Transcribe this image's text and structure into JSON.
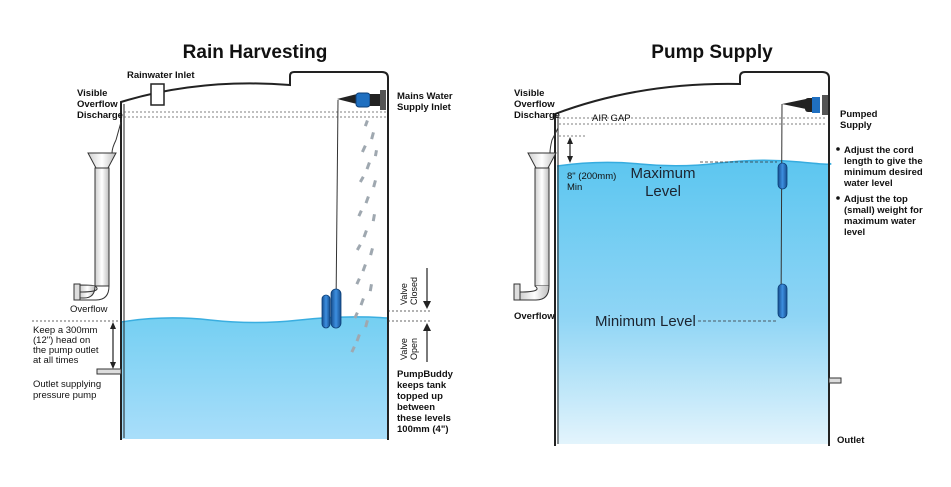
{
  "left_diagram": {
    "title": "Rain Harvesting",
    "rainwater_inlet": "Rainwater Inlet",
    "visible_overflow_discharge": [
      "Visible",
      "Overflow",
      "Discharge"
    ],
    "mains_water_supply_inlet": [
      "Mains Water",
      "Supply Inlet"
    ],
    "overflow": "Overflow",
    "head_note": [
      "Keep a 300mm",
      "(12\") head on",
      "the pump outlet",
      "at all times"
    ],
    "outlet_pump": [
      "Outlet supplying",
      "pressure pump"
    ],
    "valve_closed": [
      "Valve",
      "Closed"
    ],
    "valve_open": [
      "Valve",
      "Open"
    ],
    "pumpbuddy_note": [
      "PumpBuddy",
      "keeps tank",
      "topped up",
      "between",
      "these levels",
      "100mm (4\")"
    ]
  },
  "right_diagram": {
    "title": "Pump Supply",
    "visible_overflow_discharge": [
      "Visible",
      "Overflow",
      "Discharge"
    ],
    "air_gap": "AIR GAP",
    "pumped_supply": [
      "Pumped",
      "Supply"
    ],
    "min_gap": [
      "8\" (200mm)",
      "Min"
    ],
    "maximum_level": [
      "Maximum",
      "Level"
    ],
    "minimum_level": "Minimum Level",
    "bullets": [
      [
        "Adjust the cord",
        "length to give the",
        "minimum desired",
        "water level"
      ],
      [
        "Adjust the top",
        "(small) weight for",
        "maximum water",
        "level"
      ]
    ],
    "overflow": "Overflow",
    "outlet": "Outlet"
  },
  "colors": {
    "water_top": "#5fc8f1",
    "water_bottom": "#d4eefb",
    "float_blue": "#1f6fc0",
    "outline": "#222222"
  }
}
